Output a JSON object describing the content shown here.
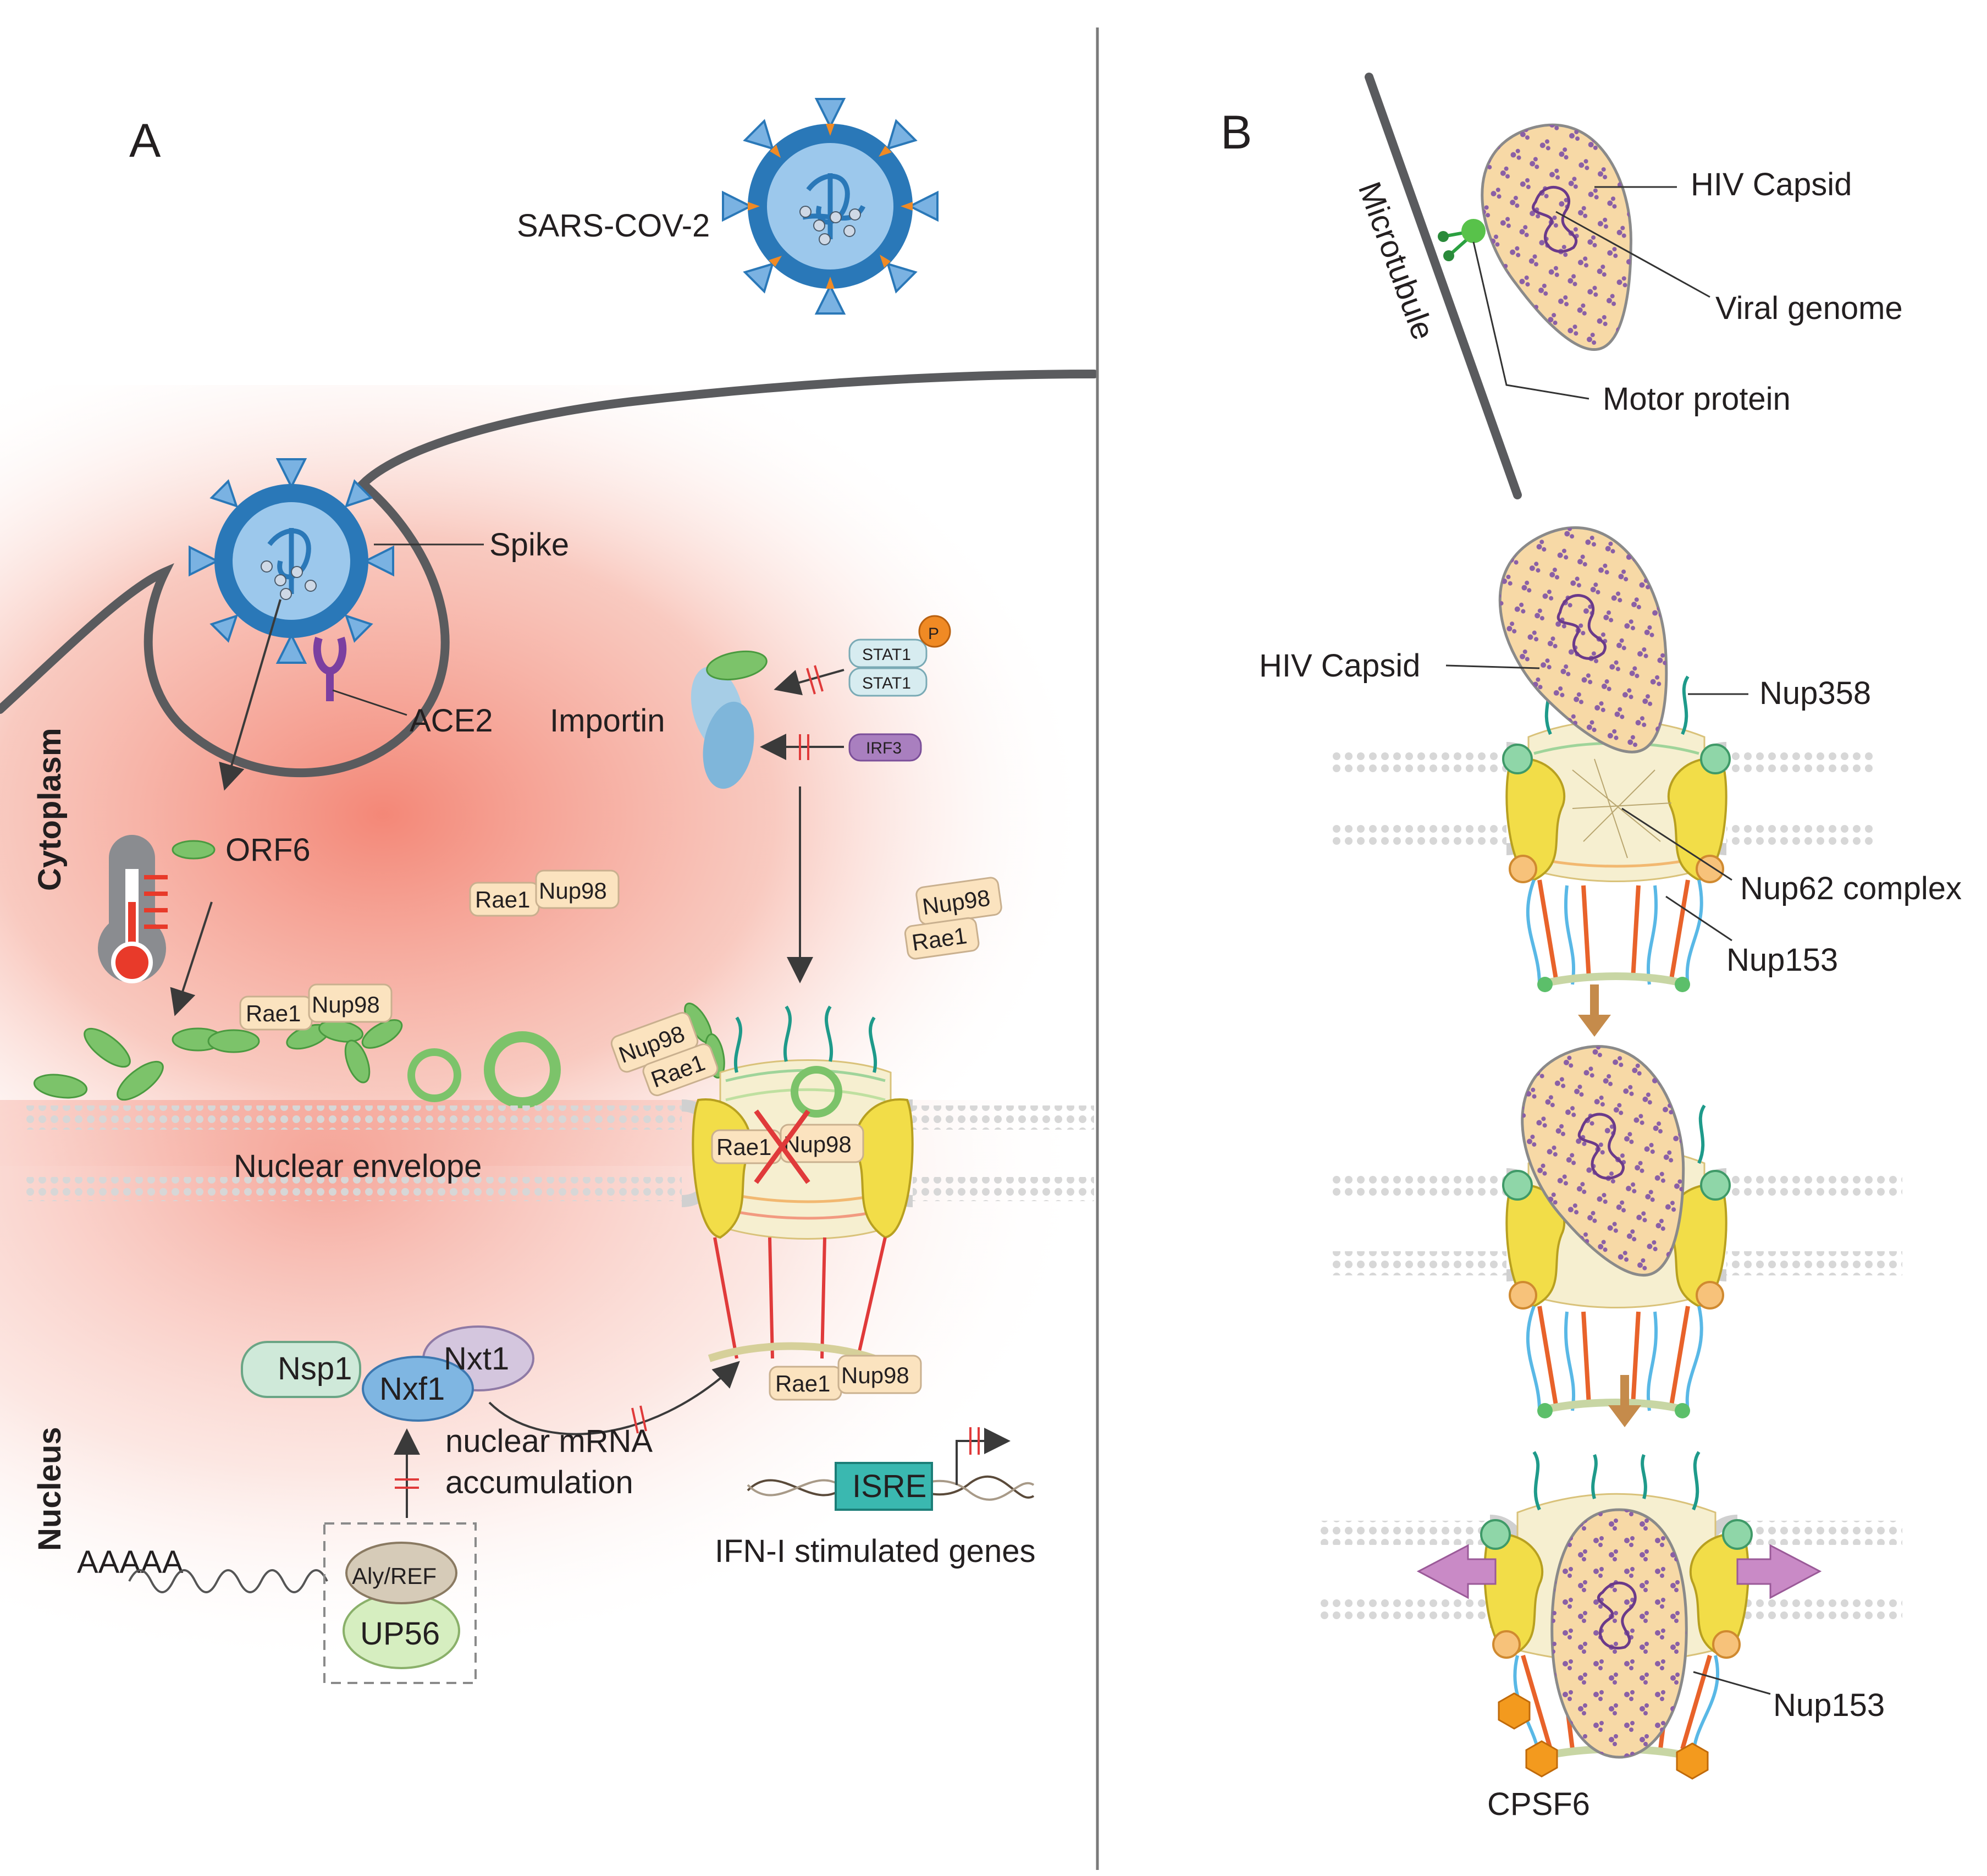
{
  "panelA": {
    "letter": "A",
    "sars": "SARS-COV-2",
    "spike": "Spike",
    "ace2": "ACE2",
    "cytoplasm": "Cytoplasm",
    "nucleus": "Nucleus",
    "orf6": "ORF6",
    "importin": "Importin",
    "stat1": "STAT1",
    "p": "P",
    "irf3": "IRF3",
    "rae1": "Rae1",
    "nup98": "Nup98",
    "nuclear_envelope": "Nuclear envelope",
    "nsp1": "Nsp1",
    "nxf1": "Nxf1",
    "nxt1": "Nxt1",
    "mrna_line1": "nuclear mRNA",
    "mrna_line2": "accumulation",
    "aaaaa": "AAAAA",
    "alyref": "Aly/REF",
    "up56": "UP56",
    "isre": "ISRE",
    "ifn": "IFN-I stimulated genes"
  },
  "panelB": {
    "letter": "B",
    "hiv_capsid": "HIV Capsid",
    "viral_genome": "Viral genome",
    "microtubule": "Microtubule",
    "motor_protein": "Motor protein",
    "nup358": "Nup358",
    "nup62": "Nup62 complex",
    "nup153": "Nup153",
    "cpsf6": "CPSF6"
  },
  "colors": {
    "cytoplasm_glow": "#f4a090",
    "membrane": "#5a5b5e",
    "orf6_green": "#7cc36a",
    "nup_label_fill": "#fbe3bf",
    "virus_blue": "#2a78b8",
    "spike_orange": "#f08a24",
    "capsid_fill": "#f7d9a6",
    "capsid_dots": "#8a5fa6",
    "pore_yellow": "#f2dd48",
    "isre_teal": "#3ab8b0",
    "inhibit_red": "#e03a3a",
    "cpsf6_orange": "#f39a1e",
    "arrow_brown": "#c58b4b",
    "purple_arrow": "#c98ac6"
  }
}
